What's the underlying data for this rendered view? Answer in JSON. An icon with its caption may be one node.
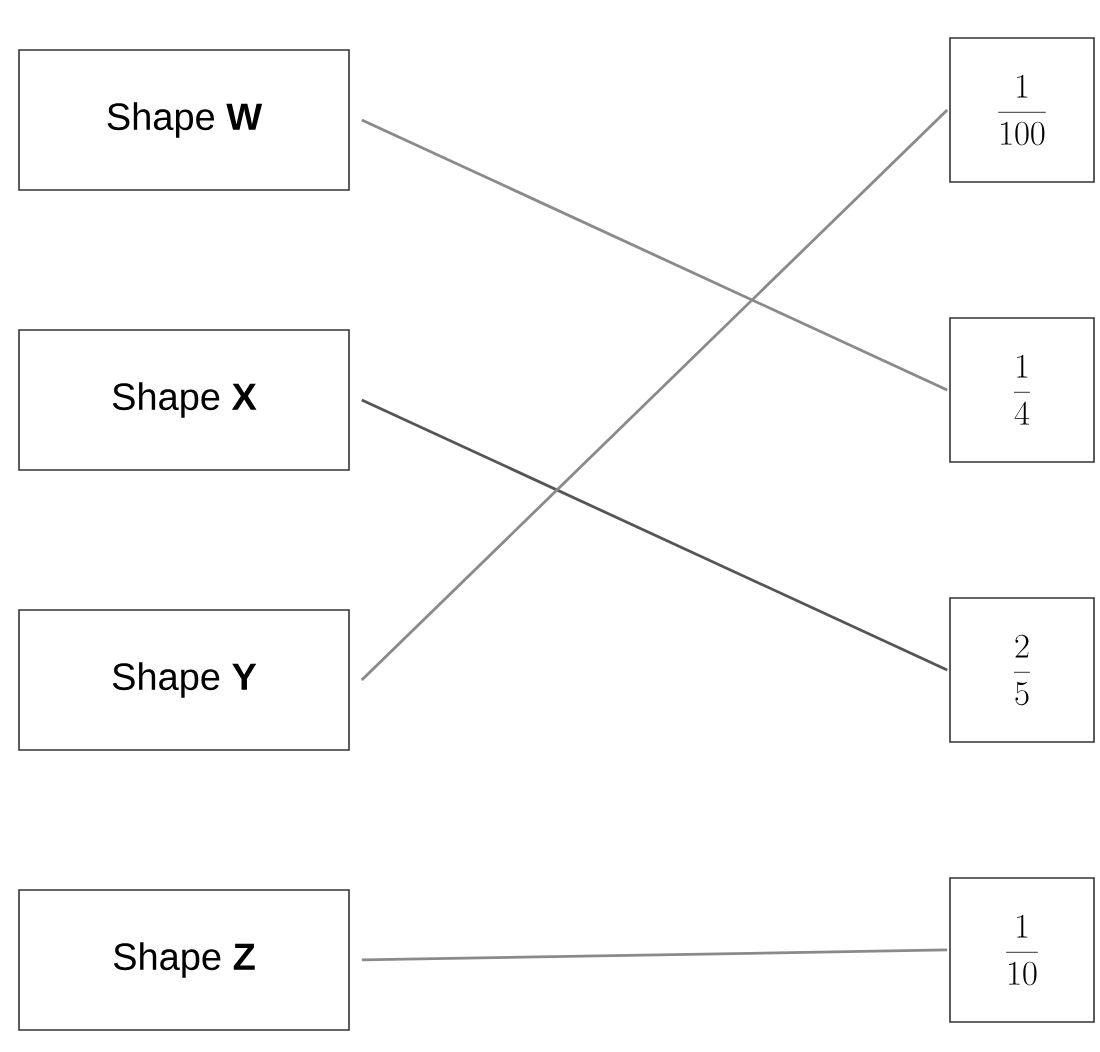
{
  "diagram": {
    "nodes": [
      {
        "text": [
          "Shape **W**"
        ]
      },
      {
        "text": [
          "Shape **X**"
        ]
      },
      {
        "text": [
          "Shape **Y**"
        ]
      },
      {
        "text": [
          "Shape **Z**"
        ]
      },
      {
        "text": [
          "\\frac{1}{100}"
        ]
      },
      {
        "text": [
          "\\frac{1}{4}"
        ]
      },
      {
        "text": [
          "\\frac{2}{5}"
        ]
      },
      {
        "text": [
          "\\frac{1}{10}"
        ]
      }
    ],
    "edges": [
      {
        "from": 0,
        "to": 5,
        "arrow": "none"
      },
      {
        "from": 1,
        "to": 6,
        "arrow": "none",
        "color": "#555555"
      },
      {
        "from": 2,
        "to": 4,
        "arrow": "none"
      },
      {
        "from": 3,
        "to": 7,
        "arrow": "none"
      }
    ]
  }
}
